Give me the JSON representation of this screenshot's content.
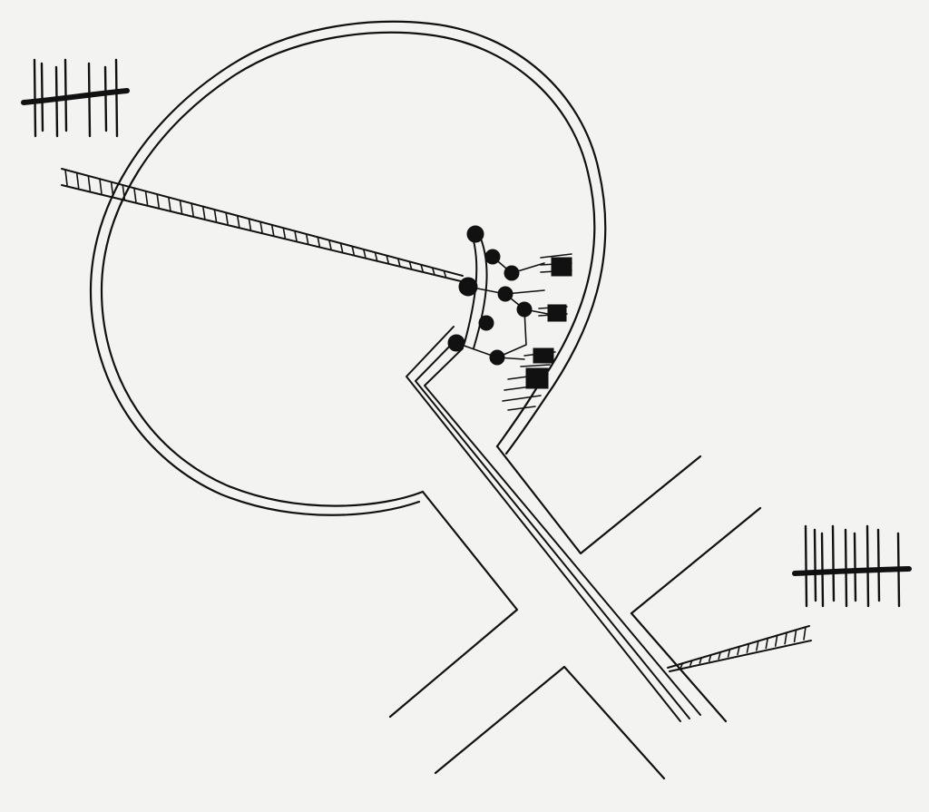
{
  "colors": {
    "background": "#f3f4f2",
    "ink": "#111111",
    "paper": "#f3f4f2"
  },
  "elements": {
    "eye_outline": "eye-cup",
    "optic_nerve": "optic-nerve-stalk",
    "retina": "retinal-neuron-cluster",
    "stimulating_electrode": "microelectrode-left",
    "recording_electrode": "microelectrode-right",
    "spike_train_left": "spike-train",
    "spike_train_right": "spike-train",
    "chiasm": "optic-chiasm"
  }
}
